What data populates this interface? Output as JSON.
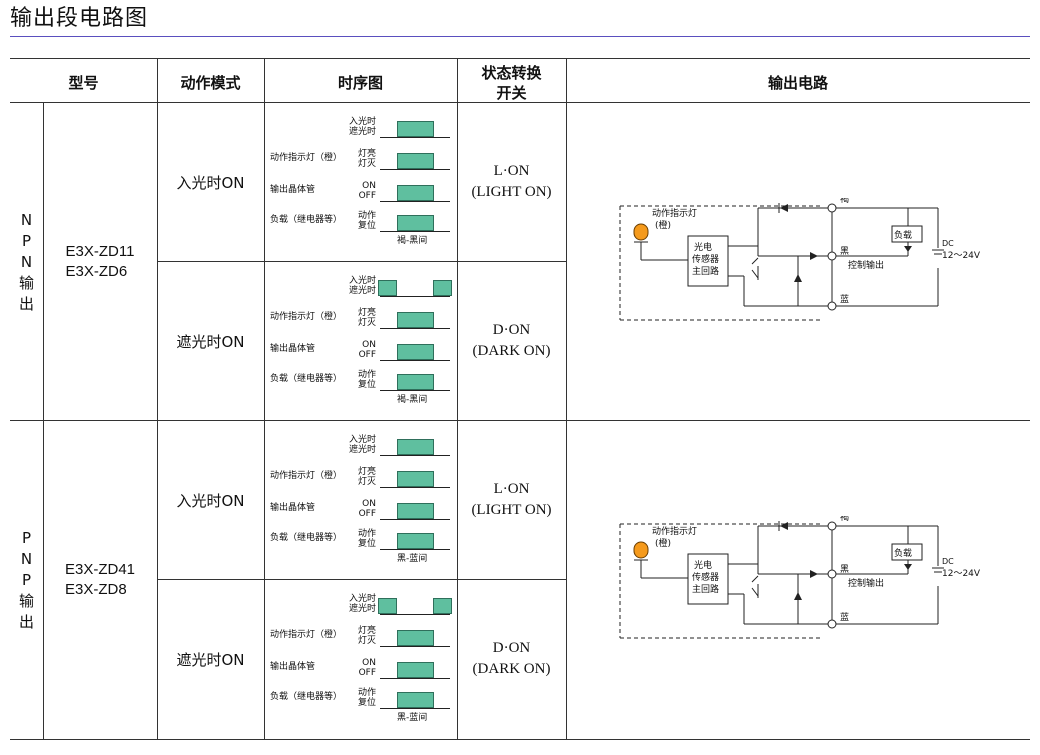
{
  "page_title": "输出段电路图",
  "headers": {
    "model": "型号",
    "mode": "动作模式",
    "timing": "时序图",
    "switch_line1": "状态转换",
    "switch_line2": "开关",
    "circuit": "输出电路"
  },
  "groups": [
    {
      "type_chars": [
        "N",
        "P",
        "N",
        "输",
        "出"
      ],
      "models": [
        "E3X-ZD11",
        "E3X-ZD6"
      ],
      "rows": [
        {
          "mode": "入光时ON",
          "switch1": "L·ON",
          "switch2": "(LIGHT ON)",
          "t_top1": "入光时",
          "t_top2": "遮光时",
          "t_ind": "动作指示灯（橙）",
          "t_ind_a": "灯亮",
          "t_ind_b": "灯灭",
          "t_out": "输出晶体管",
          "t_out_a": "ON",
          "t_out_b": "OFF",
          "t_load": "负载（继电器等）",
          "t_load_a": "动作",
          "t_load_b": "复位",
          "t_foot": "褐-黑间"
        },
        {
          "mode": "遮光时ON",
          "switch1": "D·ON",
          "switch2": "(DARK ON)",
          "t_top1": "入光时",
          "t_top2": "遮光时",
          "t_ind": "动作指示灯（橙）",
          "t_ind_a": "灯亮",
          "t_ind_b": "灯灭",
          "t_out": "输出晶体管",
          "t_out_a": "ON",
          "t_out_b": "OFF",
          "t_load": "负载（继电器等）",
          "t_load_a": "动作",
          "t_load_b": "复位",
          "t_foot": "褐-黑间"
        }
      ],
      "circuit": {
        "indicator": "动作指示灯",
        "indicator2": "(橙)",
        "main1": "光电",
        "main2": "传感器",
        "main3": "主回路",
        "brown": "褐",
        "black": "黑",
        "blue": "蓝",
        "load": "负载",
        "ctrl": "控制输出",
        "dc": "DC",
        "volt": "12～24V"
      }
    },
    {
      "type_chars": [
        "P",
        "N",
        "P",
        "输",
        "出"
      ],
      "models": [
        "E3X-ZD41",
        "E3X-ZD8"
      ],
      "rows": [
        {
          "mode": "入光时ON",
          "switch1": "L·ON",
          "switch2": "(LIGHT ON)",
          "t_top1": "入光时",
          "t_top2": "遮光时",
          "t_ind": "动作指示灯（橙）",
          "t_ind_a": "灯亮",
          "t_ind_b": "灯灭",
          "t_out": "输出晶体管",
          "t_out_a": "ON",
          "t_out_b": "OFF",
          "t_load": "负载（继电器等）",
          "t_load_a": "动作",
          "t_load_b": "复位",
          "t_foot": "黑-蓝间"
        },
        {
          "mode": "遮光时ON",
          "switch1": "D·ON",
          "switch2": "(DARK ON)",
          "t_top1": "入光时",
          "t_top2": "遮光时",
          "t_ind": "动作指示灯（橙）",
          "t_ind_a": "灯亮",
          "t_ind_b": "灯灭",
          "t_out": "输出晶体管",
          "t_out_a": "ON",
          "t_out_b": "OFF",
          "t_load": "负载（继电器等）",
          "t_load_a": "动作",
          "t_load_b": "复位",
          "t_foot": "黑-蓝间"
        }
      ],
      "circuit": {
        "indicator": "动作指示灯",
        "indicator2": "(橙)",
        "main1": "光电",
        "main2": "传感器",
        "main3": "主回路",
        "brown": "褐",
        "black": "黑",
        "blue": "蓝",
        "load": "负载",
        "ctrl": "控制输出",
        "dc": "DC",
        "volt": "12～24V"
      }
    }
  ]
}
